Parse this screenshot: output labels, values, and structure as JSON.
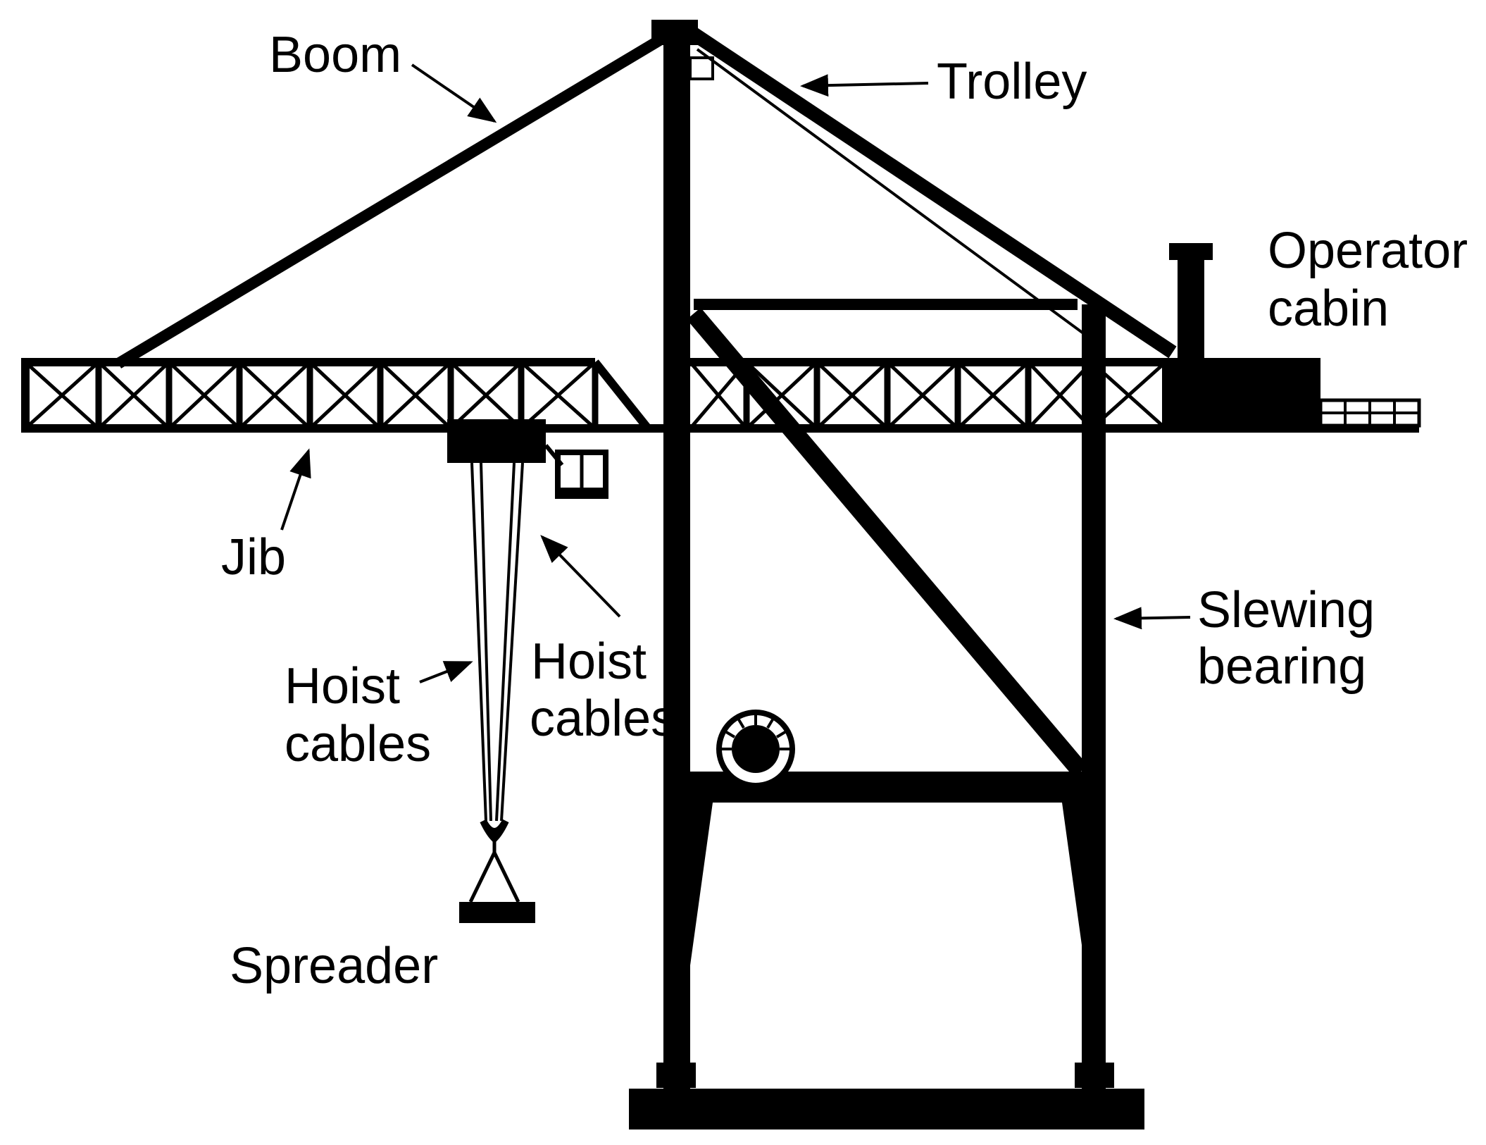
{
  "labels": {
    "boom": "Boom",
    "trolley": "Trolley",
    "operator_cabin_line1": "Operator",
    "operator_cabin_line2": "cabin",
    "jib": "Jib",
    "hoist_cables_left_line1": "Hoist",
    "hoist_cables_left_line2": "cables",
    "hoist_cables_right_line1": "Hoist",
    "hoist_cables_right_line2": "cables",
    "slewing_bearing_line1": "Slewing",
    "slewing_bearing_line2": "bearing",
    "spreader": "Spreader"
  },
  "colors": {
    "ink": "#000000",
    "background": "#ffffff"
  }
}
